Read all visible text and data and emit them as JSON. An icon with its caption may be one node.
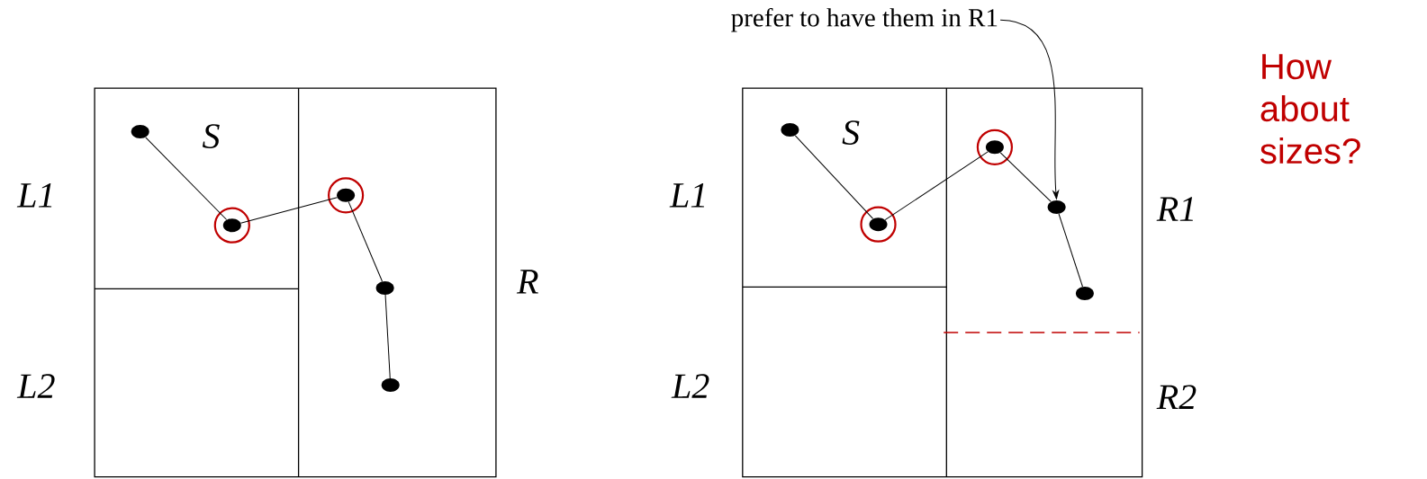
{
  "diagram": {
    "nodes": [
      {
        "text": [],
        "shape": "circle"
      },
      {
        "text": [],
        "shape": "circle"
      },
      {
        "text": [],
        "shape": "circle",
        "in": 1
      },
      {
        "text": [],
        "shape": "circle"
      },
      {
        "text": [],
        "shape": "circle",
        "in": 3
      },
      {
        "text": [],
        "shape": "circle"
      },
      {
        "text": [],
        "shape": "circle"
      },
      {
        "text": [],
        "shape": "circle"
      },
      {
        "text": [],
        "shape": "circle"
      },
      {
        "text": [],
        "shape": "circle",
        "in": 8
      },
      {
        "text": [],
        "shape": "circle"
      },
      {
        "text": [],
        "shape": "circle",
        "in": 10
      },
      {
        "text": [],
        "shape": "circle"
      },
      {
        "text": [],
        "shape": "circle"
      },
      {
        "text": [
          "prefer to have them in R1"
        ]
      }
    ],
    "edges": [
      {
        "from": 0,
        "to": 2,
        "arrow": "none"
      },
      {
        "from": 2,
        "to": 4,
        "arrow": "none"
      },
      {
        "from": 4,
        "to": 5,
        "arrow": "none"
      },
      {
        "from": 5,
        "to": 6,
        "arrow": "none"
      },
      {
        "from": 7,
        "to": 9,
        "arrow": "none"
      },
      {
        "from": 9,
        "to": 11,
        "arrow": "none"
      },
      {
        "from": 11,
        "to": 12,
        "arrow": "none"
      },
      {
        "from": 12,
        "to": 13,
        "arrow": "none"
      },
      {
        "from": 14,
        "to": 12,
        "arrow": "to"
      }
    ],
    "labels": [
      "S",
      "L1",
      "R",
      "L2",
      "S",
      "L1",
      "R1",
      "L2",
      "R2",
      "How about sizes?"
    ]
  }
}
